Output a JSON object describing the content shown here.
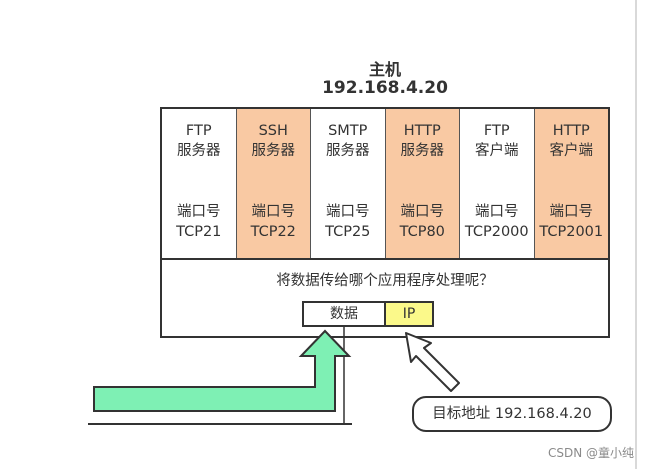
{
  "host": {
    "title": "主机",
    "ip": "192.168.4.20"
  },
  "services": [
    {
      "name_line1": "FTP",
      "name_line2": "服务器",
      "port_label": "端口号",
      "port": "TCP21",
      "highlight": false
    },
    {
      "name_line1": "SSH",
      "name_line2": "服务器",
      "port_label": "端口号",
      "port": "TCP22",
      "highlight": true
    },
    {
      "name_line1": "SMTP",
      "name_line2": "服务器",
      "port_label": "端口号",
      "port": "TCP25",
      "highlight": false
    },
    {
      "name_line1": "HTTP",
      "name_line2": "服务器",
      "port_label": "端口号",
      "port": "TCP80",
      "highlight": true
    },
    {
      "name_line1": "FTP",
      "name_line2": "客户端",
      "port_label": "端口号",
      "port": "TCP2000",
      "highlight": false
    },
    {
      "name_line1": "HTTP",
      "name_line2": "客户端",
      "port_label": "端口号",
      "port": "TCP2001",
      "highlight": true
    }
  ],
  "question": "将数据传给哪个应用程序处理呢？",
  "packet": {
    "data_label": "数据",
    "ip_label": "IP"
  },
  "target": "目标地址 192.168.4.20",
  "watermark": "CSDN @童小纯",
  "colors": {
    "highlight_cell": "#f9c9a3",
    "ip_field": "#fbf98a",
    "data_arrow": "#7ef0b4"
  }
}
